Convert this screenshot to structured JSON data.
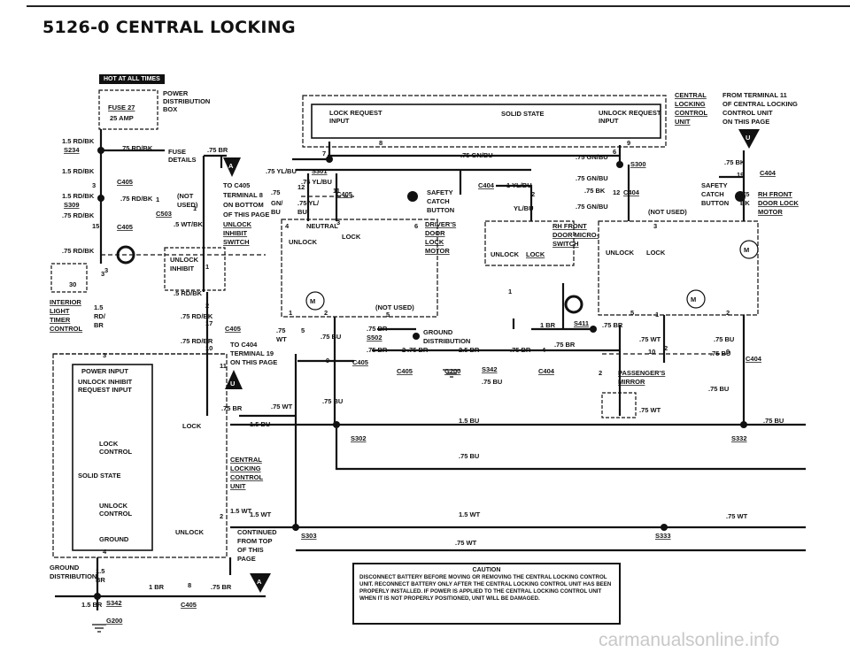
{
  "header": {
    "title": "5126-0  CENTRAL LOCKING",
    "hot_badge": "HOT AT ALL TIMES"
  },
  "labels": {
    "power_dist": [
      "POWER",
      "DISTRIBUTION",
      "BOX"
    ],
    "fuse": "FUSE 27",
    "fuse_amp": "25 AMP",
    "fuse_details": [
      "FUSE",
      "DETAILS"
    ],
    "to_c405": [
      "TO C405",
      "TERMINAL 8",
      "ON BOTTOM",
      "OF THIS PAGE"
    ],
    "unlock_inhibit_switch": [
      "UNLOCK",
      "INHIBIT",
      "SWITCH"
    ],
    "interior_light_timer": [
      "INTERIOR",
      "LIGHT",
      "TIMER",
      "CONTROL"
    ],
    "ccu_top_right": [
      "CENTRAL",
      "LOCKING",
      "CONTROL",
      "UNIT"
    ],
    "from_terminal": [
      "FROM TERMINAL 11",
      "OF CENTRAL LOCKING",
      "CONTROL UNIT",
      "ON THIS PAGE"
    ],
    "lock_request": [
      "LOCK REQUEST",
      "INPUT"
    ],
    "solid_state": "SOLID STATE",
    "unlock_request": [
      "UNLOCK REQUEST",
      "INPUT"
    ],
    "safety_catch_left": [
      "SAFETY",
      "CATCH",
      "BUTTON"
    ],
    "driver_door_motor": [
      "DRIVER'S",
      "DOOR",
      "LOCK",
      "MOTOR"
    ],
    "rh_front_microswitch": [
      "RH FRONT",
      "DOOR MICRO-",
      "SWITCH"
    ],
    "safety_catch_right": [
      "SAFETY",
      "CATCH",
      "BUTTON"
    ],
    "rh_front_motor": [
      "RH FRONT",
      "DOOR LOCK",
      "MOTOR"
    ],
    "not_used": "(NOT USED)",
    "not_used_b": "(NOT USED)",
    "neutral": "NEUTRAL",
    "unlock": "UNLOCK",
    "lock": "LOCK",
    "ground_dist": [
      "GROUND",
      "DISTRIBUTION"
    ],
    "to_c404": [
      "TO C404",
      "TERMINAL 19",
      "ON THIS PAGE"
    ],
    "passengers_mirror": [
      "PASSENGER'S",
      "MIRROR"
    ],
    "power_input": "POWER INPUT",
    "unlock_inhibit_req": [
      "UNLOCK INHIBIT",
      "REQUEST INPUT"
    ],
    "lock_control": [
      "LOCK",
      "CONTROL"
    ],
    "solid_state_2": "SOLID STATE",
    "unlock_control": [
      "UNLOCK",
      "CONTROL"
    ],
    "ground": "GROUND",
    "ccu_bottom": [
      "CENTRAL",
      "LOCKING",
      "CONTROL",
      "UNIT"
    ],
    "continued": [
      "CONTINUED",
      "FROM TOP",
      "OF THIS",
      "PAGE"
    ],
    "ground_distribution_bl": [
      "GROUND",
      "DISTRIBUTION"
    ],
    "unlock_inhibit": [
      "UNLOCK",
      "INHIBIT"
    ],
    "lock_small": "LOCK",
    "unlock_small": "UNLOCK",
    "not_used_c": "(NOT",
    "not_used_c2": "USED)"
  },
  "wires": {
    "w1": "1.5 RD/BK",
    "w2": ".75 RD/BK",
    "w3": "1.5 RD/BK",
    "w4": "1.5 RD/BK",
    "w5": ".75 RD/BK",
    "w6": ".75 RD/BK",
    "w7": ".75 RD/BK",
    "w8": ".75 BR",
    "w9": ".75 YL/BU",
    "w10": ".75 YL/BU",
    "w11": ".75 YL/",
    "w12": "BU",
    "w13": ".75 GN/BU",
    "w14": ".75 GN/BU",
    "w15": ".75 GN/BU",
    "w16": ".75 GN/BU",
    "w17": ".75 BK",
    "w18": "1 YL/BU",
    "w19": "YL/BU",
    "w20": ".5 WT/BK",
    "w21": ".5 RD/BK",
    "w22": ".75 RD/BK",
    "w23": ".75 RD/BR",
    "w24": ".75 WT",
    "w25": "1.5 BU",
    "w26": ".75 BU",
    "w27": ".75 BR",
    "w28": ".75 BR",
    "w29": ".75 BR",
    "w30": "2.5 BR",
    "w31": ".75 BR",
    "w32": "1 BR",
    "w33": ".75 BR",
    "w34": ".75 BR",
    "w35": ".75 WT",
    "w36": ".75 BU",
    "w37": ".75 BU",
    "w38": ".75 WT",
    "w39": "1.5 BU",
    "w40": ".75 BU",
    "w41": ".75 BU",
    "w42": ".75 BU",
    "w43": "1.5 WT",
    "w44": "1.5 WT",
    "w45": ".75 WT",
    "w46": ".75 WT",
    "w47": "1 BR",
    "w48": ".75 BR",
    "w49": "1.5",
    "w50": "BR",
    "w51": "1.5 BR",
    "w52": "1.5",
    "w53": "RD/",
    "w54": "BR",
    "w55": ".75 BK",
    "w56": ".75 BR",
    "w57": ".75 BU",
    "w58": "GN/",
    "w59": "BU",
    "w60": ".75",
    "w61": "WT",
    "w62": ".75 BU",
    "w63": "1.5 WT",
    "w64": "BK",
    "w65": ".75",
    "w66": ".75"
  },
  "connectors": {
    "s234": "S234",
    "c405a": "C405",
    "s309": "S309",
    "c503": "C503",
    "c405b": "C405",
    "s301": "S301",
    "c405c": "C405",
    "c404a": "C404",
    "s300": "S300",
    "c404b": "C404",
    "c404c": "C404",
    "c404d": "C404",
    "c405d": "C405",
    "s502": "S502",
    "c405e": "C405",
    "g200a": "G200",
    "s342a": "S342",
    "s411": "S411",
    "c404e": "C404",
    "s302": "S302",
    "s332": "S332",
    "s303": "S303",
    "s333": "S333",
    "s342b": "S342",
    "c405f": "C405",
    "g200b": "G200",
    "c405g": "C405"
  },
  "pins": {
    "p1": "3",
    "p2": "3",
    "p3": "1",
    "p4": "1",
    "p5": "15",
    "p6": "3",
    "p7": "30",
    "p8": "2",
    "p9": "17",
    "p10": "10",
    "p11": "3",
    "p12": "11",
    "p13": "7",
    "p14": "8",
    "p15": "6",
    "p16": "9",
    "p17": "12",
    "p18": "11",
    "p19": "2",
    "p20": "12",
    "p21": "19",
    "p22": "4",
    "p23": "3",
    "p24": "6",
    "p25": "1",
    "p26": "2",
    "p27": "5",
    "p28": "1",
    "p29": "2",
    "p30": "5",
    "p31": "4",
    "p32": "2",
    "p33": "10",
    "p34": "9",
    "p35": "2",
    "p36": "9",
    "p37": "1",
    "p38": "2",
    "p39": "8",
    "p40": "4",
    "p41": "1",
    "p42": "3",
    "p43": "5",
    "p44": "2"
  },
  "markers": {
    "a": "A",
    "u": "U"
  },
  "caution": {
    "heading": "CAUTION",
    "body": "DISCONNECT BATTERY BEFORE MOVING OR REMOVING THE CENTRAL LOCKING CONTROL UNIT. RECONNECT BATTERY ONLY AFTER THE CENTRAL LOCKING CONTROL UNIT HAS BEEN PROPERLY INSTALLED. IF POWER IS APPLIED TO THE CENTRAL LOCKING CONTROL UNIT WHEN IT IS NOT PROPERLY POSITIONED, UNIT WILL BE DAMAGED."
  },
  "watermark": "carmanualsonline.info"
}
